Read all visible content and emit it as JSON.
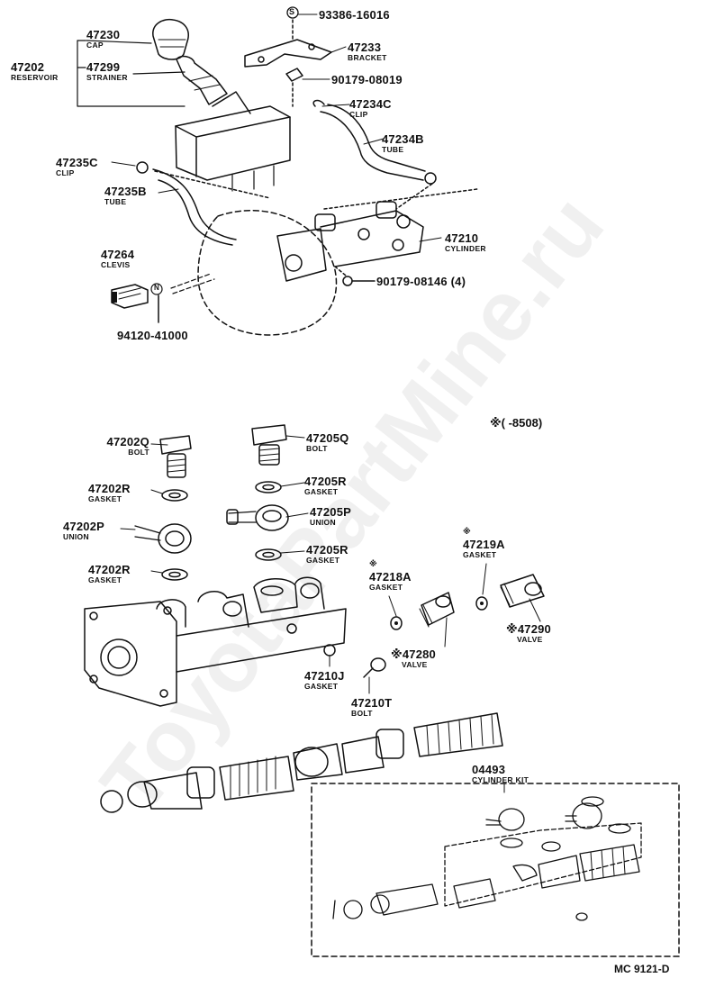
{
  "watermark": "ToyotaPartMine.ru",
  "footer_code": "MC 9121-D",
  "note": "※(        -8508)",
  "labels": {
    "p47230": {
      "num": "47230",
      "name": "CAP"
    },
    "p47202": {
      "num": "47202",
      "name": "RESERVOIR"
    },
    "p47299": {
      "num": "47299",
      "name": "STRAINER"
    },
    "p93386": {
      "num": "93386-16016",
      "marker": "S"
    },
    "p47233": {
      "num": "47233",
      "name": "BRACKET"
    },
    "p90179a": {
      "num": "90179-08019"
    },
    "p47234C": {
      "num": "47234C",
      "name": "CLIP"
    },
    "p47234B": {
      "num": "47234B",
      "name": "TUBE"
    },
    "p47235C": {
      "num": "47235C",
      "name": "CLIP"
    },
    "p47235B": {
      "num": "47235B",
      "name": "TUBE"
    },
    "p47210": {
      "num": "47210",
      "name": "CYLINDER"
    },
    "p47264": {
      "num": "47264",
      "name": "CLEVIS"
    },
    "p90179b": {
      "num": "90179-08146 (4)"
    },
    "p94120": {
      "num": "94120-41000",
      "marker": "N"
    },
    "p47202Q": {
      "num": "47202Q",
      "name": "BOLT"
    },
    "p47205Q": {
      "num": "47205Q",
      "name": "BOLT"
    },
    "p47202R1": {
      "num": "47202R",
      "name": "GASKET"
    },
    "p47205R1": {
      "num": "47205R",
      "name": "GASKET"
    },
    "p47202P": {
      "num": "47202P",
      "name": "UNION"
    },
    "p47205P": {
      "num": "47205P",
      "name": "UNION"
    },
    "p47202R2": {
      "num": "47202R",
      "name": "GASKET"
    },
    "p47205R2": {
      "num": "47205R",
      "name": "GASKET"
    },
    "p47219A": {
      "num": "47219A",
      "name": "GASKET",
      "marker": "※"
    },
    "p47218A": {
      "num": "47218A",
      "name": "GASKET",
      "marker": "※"
    },
    "p47290": {
      "num": "※47290",
      "name": "VALVE"
    },
    "p47280": {
      "num": "※47280",
      "name": "VALVE"
    },
    "p47210J": {
      "num": "47210J",
      "name": "GASKET"
    },
    "p47210T": {
      "num": "47210T",
      "name": "BOLT"
    },
    "p04493": {
      "num": "04493",
      "name": "CYLINDER KIT"
    }
  }
}
